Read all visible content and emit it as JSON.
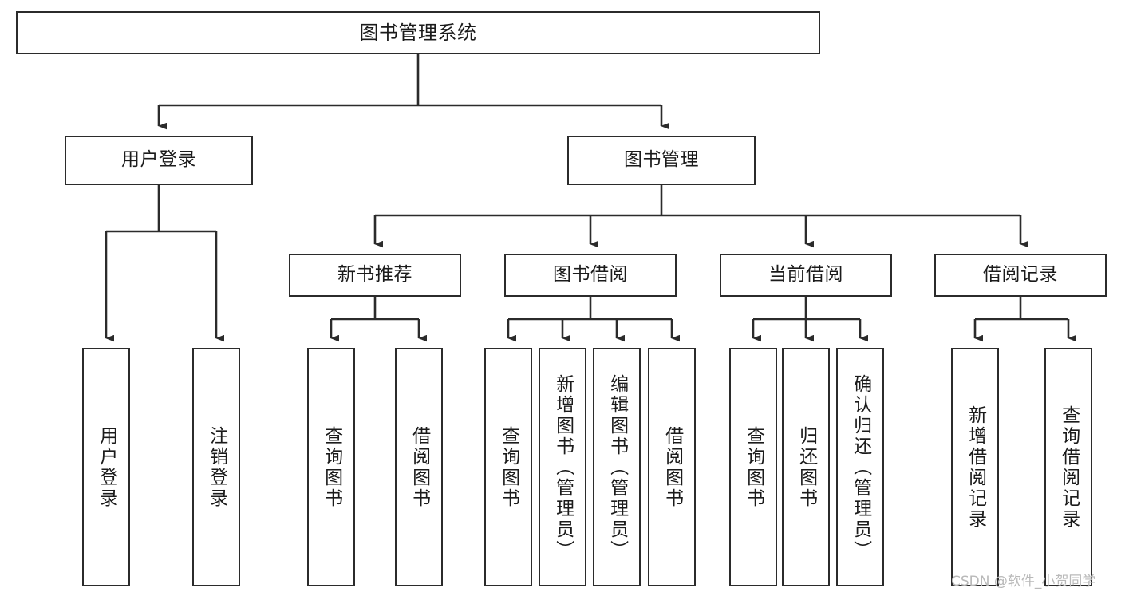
{
  "diagram": {
    "title": "图书管理系统",
    "type": "hierarchy-tree",
    "watermark": "CSDN @软件_小贺同学",
    "colors": {
      "box_border": "#2b2b2b",
      "box_fill": "#ffffff",
      "edge": "#2b2b2b",
      "text": "#1b1b1b",
      "watermark": "#b9b9b9",
      "background": "#ffffff"
    },
    "nodes": {
      "root": {
        "label": "图书管理系统"
      },
      "level2": [
        {
          "id": "user-login",
          "label": "用户登录"
        },
        {
          "id": "book-manage",
          "label": "图书管理"
        }
      ],
      "level3": [
        {
          "id": "new-book-recommend",
          "label": "新书推荐"
        },
        {
          "id": "book-borrow",
          "label": "图书借阅"
        },
        {
          "id": "current-borrow",
          "label": "当前借阅"
        },
        {
          "id": "borrow-record",
          "label": "借阅记录"
        }
      ],
      "leaves": {
        "user-login": [
          {
            "id": "leaf-user-login",
            "label": "用户登录"
          },
          {
            "id": "leaf-logout",
            "label": "注销登录"
          }
        ],
        "new-book-recommend": [
          {
            "id": "leaf-query-book-1",
            "label": "查询图书"
          },
          {
            "id": "leaf-borrow-book-1",
            "label": "借阅图书"
          }
        ],
        "book-borrow": [
          {
            "id": "leaf-query-book-2",
            "label": "查询图书"
          },
          {
            "id": "leaf-add-book",
            "label": "新增图书（管理员）"
          },
          {
            "id": "leaf-edit-book",
            "label": "编辑图书（管理员）"
          },
          {
            "id": "leaf-borrow-book-2",
            "label": "借阅图书"
          }
        ],
        "current-borrow": [
          {
            "id": "leaf-query-book-3",
            "label": "查询图书"
          },
          {
            "id": "leaf-return-book",
            "label": "归还图书"
          },
          {
            "id": "leaf-confirm-return",
            "label": "确认归还（管理员）"
          }
        ],
        "borrow-record": [
          {
            "id": "leaf-add-record",
            "label": "新增借阅记录"
          },
          {
            "id": "leaf-query-record",
            "label": "查询借阅记录"
          }
        ]
      }
    }
  }
}
